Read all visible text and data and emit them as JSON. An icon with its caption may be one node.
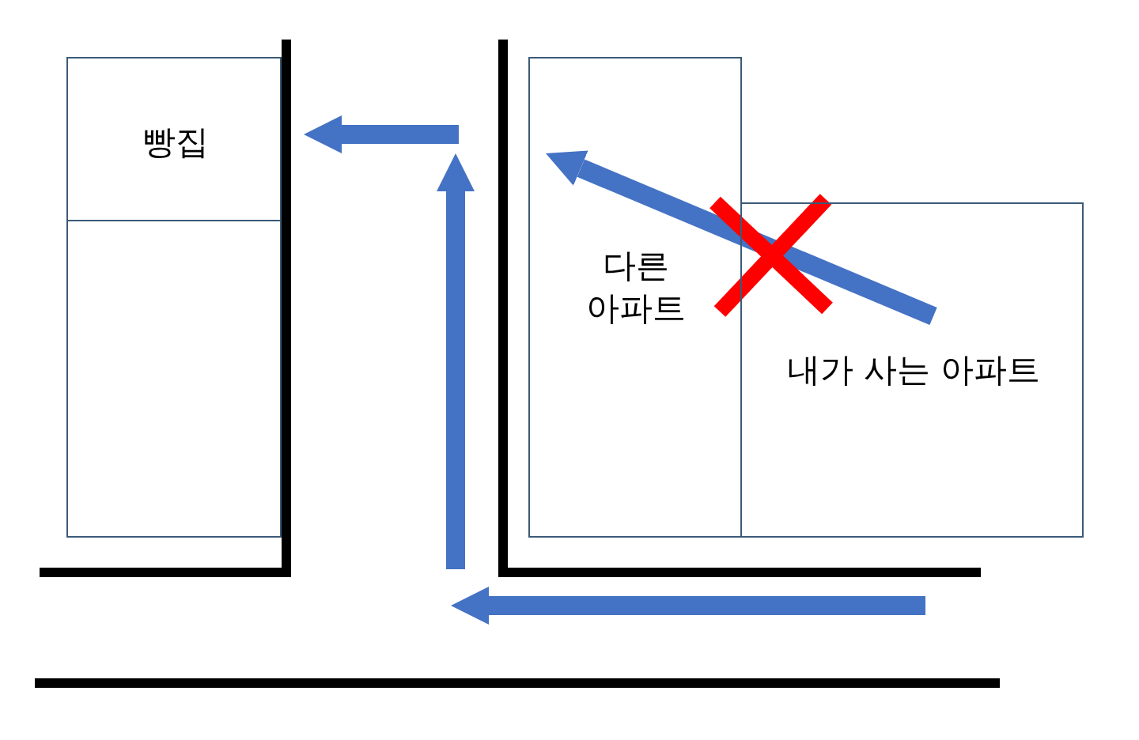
{
  "diagram": {
    "nodes": [
      {
        "text": [
          "빵집"
        ]
      },
      {
        "text": [],
        "shape": "box"
      },
      {
        "text": [
          "다른 아파트"
        ]
      },
      {
        "text": [
          "내가 사는 아파트"
        ]
      }
    ],
    "edges": [
      {
        "from": null,
        "to": 0,
        "arrow": "to"
      },
      {
        "from": 3,
        "to": 2,
        "arrow": "to"
      }
    ]
  }
}
